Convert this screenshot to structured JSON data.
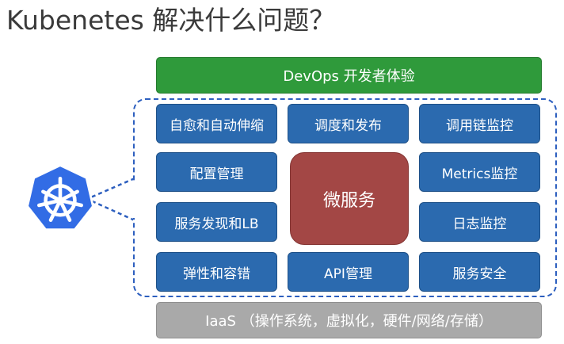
{
  "title": "Kubenetes 解决什么问题？",
  "devops_label": "DevOps 开发者体验",
  "iaas_label": "IaaS （操作系统，虚拟化，硬件/网络/存储）",
  "center_label": "微服务",
  "boxes": {
    "auto_heal": "自愈和自动伸缩",
    "scheduling": "调度和发布",
    "tracing": "调用链监控",
    "config": "配置管理",
    "metrics": "Metrics监控",
    "discovery": "服务发现和LB",
    "logging": "日志监控",
    "resilience": "弹性和容错",
    "api_mgmt": "API管理",
    "security": "服务安全"
  },
  "colors": {
    "devops_green": "#2f9a3b",
    "box_blue": "#2b6aaf",
    "center_red": "#a34745",
    "iaas_gray": "#a9a9a9",
    "dashed_border": "#2d5fbf",
    "logo_blue": "#326ce5"
  },
  "logo_icon": "kubernetes-helm-icon"
}
